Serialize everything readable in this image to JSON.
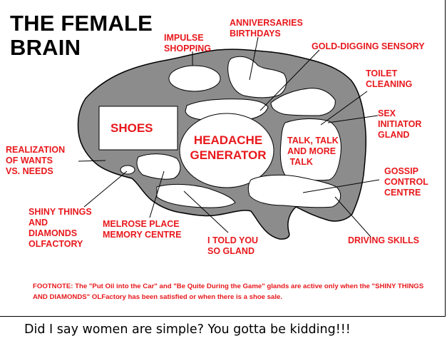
{
  "title": {
    "line1": "THE FEMALE",
    "line2": "BRAIN"
  },
  "labels": {
    "impulse_shopping": "IMPULSE\nSHOPPING",
    "anniversaries_birthdays": "ANNIVERSARIES\nBIRTHDAYS",
    "gold_digging_sensory": "GOLD-DIGGING SENSORY",
    "toilet_cleaning": "TOILET\nCLEANING",
    "sex_initiator_gland": "SEX\nINITIATOR\nGLAND",
    "realization_of_wants": "REALIZATION\nOF WANTS\nVS. NEEDS",
    "gossip_control_centre": "GOSSIP\nCONTROL\nCENTRE",
    "shiny_things": "SHINY THINGS\nAND\nDIAMONDS\nOLFACTORY",
    "melrose_place": "MELROSE PLACE\nMEMORY CENTRE",
    "i_told_you_so": "I TOLD YOU\nSO GLAND",
    "driving_skills": "DRIVING SKILLS"
  },
  "regions": {
    "shoes": "SHOES",
    "headache_generator": "HEADACHE\nGENERATOR",
    "talk": "TALK, TALK\nAND MORE\n TALK"
  },
  "footnote": "FOOTNOTE:  The \"Put Oil into the Car\" and \"Be Quite During the Game\" glands are active only when the \"SHINY THINGS AND DIAMONDS\" OLFactory has been satisfied or when there is a shoe sale.",
  "caption": "Did I say women are simple? You gotta be kidding!!!",
  "colors": {
    "label_red": "#e8181c",
    "brain_gray": "#8c8c8c",
    "outline": "#000000",
    "background": "#ffffff"
  }
}
